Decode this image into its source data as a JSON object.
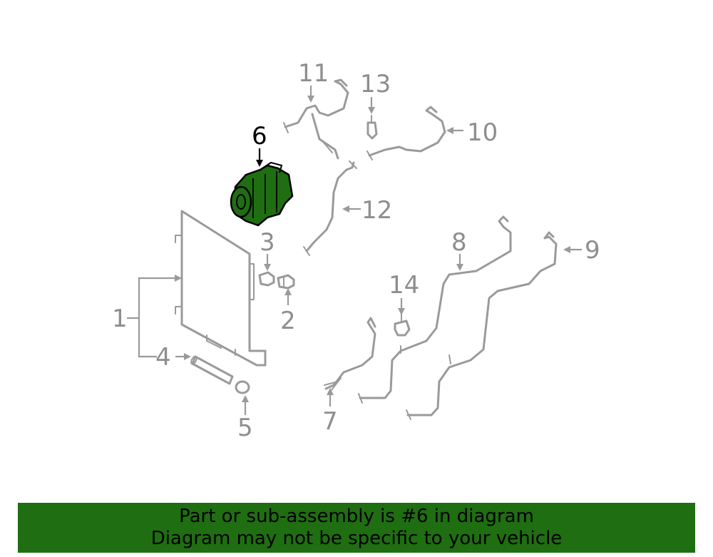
{
  "diagram": {
    "highlight_color": "#1f6e12",
    "line_color": "#9a9a9a",
    "callouts": {
      "c1": "1",
      "c2": "2",
      "c3": "3",
      "c4": "4",
      "c5": "5",
      "c6": "6",
      "c7": "7",
      "c8": "8",
      "c9": "9",
      "c10": "10",
      "c11": "11",
      "c12": "12",
      "c13": "13",
      "c14": "14"
    }
  },
  "banner": {
    "line1": "Part or sub-assembly is #6 in diagram",
    "line2": "Diagram may not be specific to your vehicle",
    "background": "#1f6e12"
  }
}
